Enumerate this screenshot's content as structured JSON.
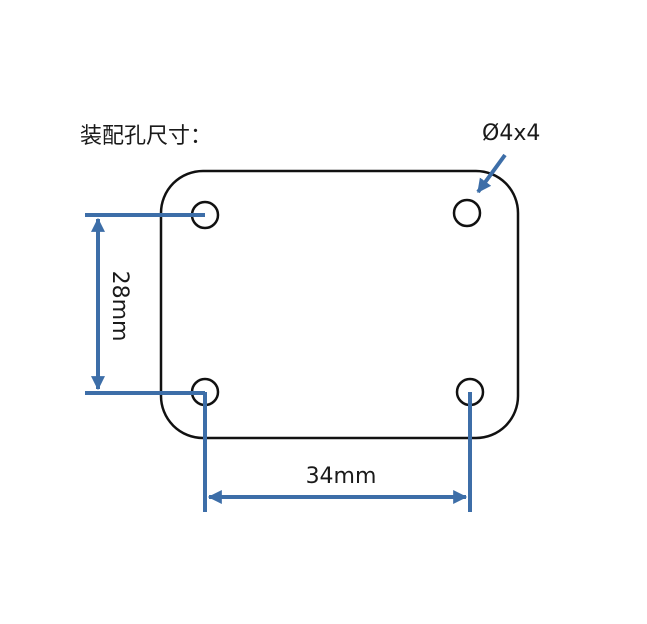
{
  "diagram": {
    "title": "装配孔尺寸：",
    "hole_label": "Ø4x4",
    "height_label": "28mm",
    "width_label": "34mm",
    "colors": {
      "outline": "#111111",
      "dimension": "#3d6ea8",
      "text": "#1a1a1a",
      "background": "#ffffff"
    }
  }
}
